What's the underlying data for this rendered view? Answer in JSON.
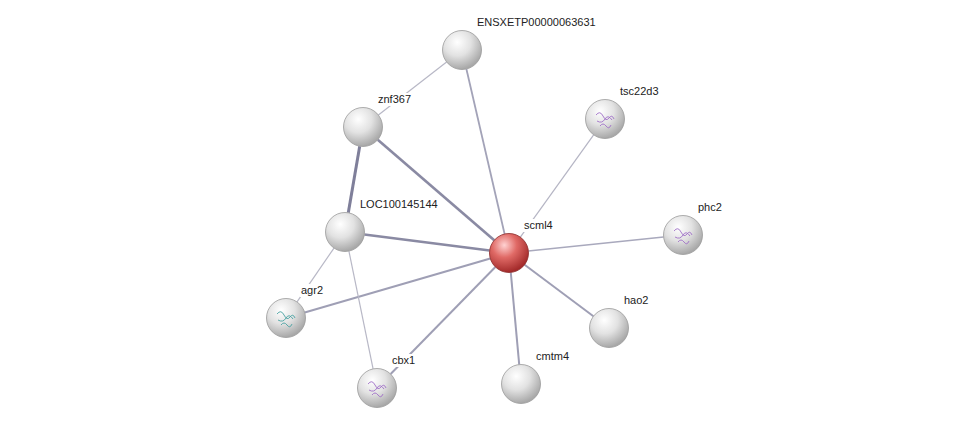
{
  "diagram": {
    "nodes": [
      {
        "text": [
          "ENSXETP00000063631"
        ]
      },
      {
        "text": [
          "tsc22d3"
        ]
      },
      {
        "text": [
          "znf367"
        ]
      },
      {
        "text": [
          "LOC100145144"
        ]
      },
      {
        "text": [
          "scml4"
        ]
      },
      {
        "text": [
          "phc2"
        ]
      },
      {
        "text": [
          "agr2"
        ]
      },
      {
        "text": [
          "hao2"
        ]
      },
      {
        "text": [
          "cmtm4"
        ]
      },
      {
        "text": [
          "cbx1"
        ]
      }
    ],
    "edges": [
      {
        "from": 4,
        "to": 0,
        "arrow": "none"
      },
      {
        "from": 4,
        "to": 1,
        "arrow": "none"
      },
      {
        "from": 4,
        "to": 2,
        "arrow": "none"
      },
      {
        "from": 4,
        "to": 3,
        "arrow": "none"
      },
      {
        "from": 4,
        "to": 5,
        "arrow": "none"
      },
      {
        "from": 4,
        "to": 7,
        "arrow": "none"
      },
      {
        "from": 4,
        "to": 8,
        "arrow": "none"
      },
      {
        "from": 4,
        "to": 9,
        "arrow": "none"
      },
      {
        "from": 4,
        "to": 6,
        "arrow": "none"
      },
      {
        "from": 0,
        "to": 2,
        "arrow": "none"
      },
      {
        "from": 2,
        "to": 3,
        "arrow": "none"
      },
      {
        "from": 3,
        "to": 6,
        "arrow": "none"
      },
      {
        "from": 3,
        "to": 9,
        "arrow": "none"
      }
    ]
  }
}
